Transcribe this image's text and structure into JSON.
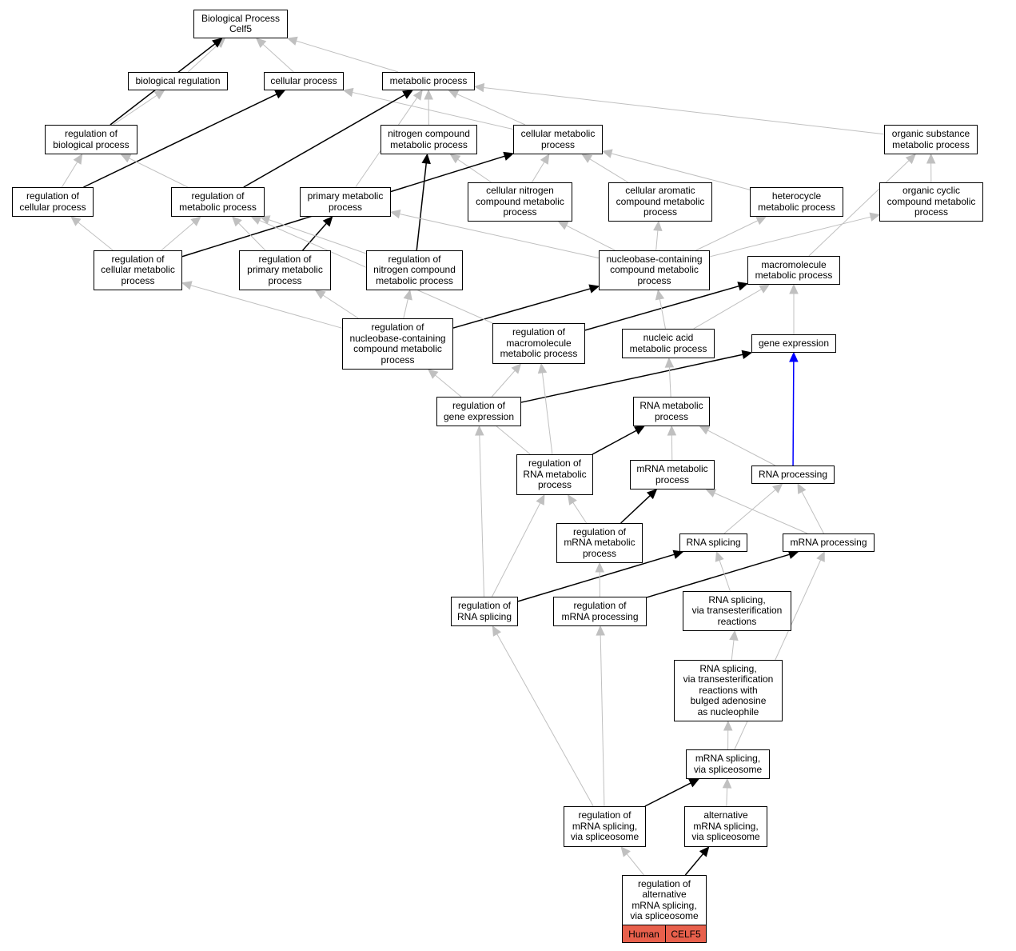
{
  "colors": {
    "edge_gray": "#c0c0c0",
    "edge_black": "#000000",
    "edge_blue": "#0000ff",
    "annotation_fill": "#e8604c"
  },
  "nodes": [
    {
      "id": "root",
      "label": "Biological Process\nCelf5"
    },
    {
      "id": "bioreg",
      "label": "biological regulation"
    },
    {
      "id": "cellproc",
      "label": "cellular process"
    },
    {
      "id": "metproc",
      "label": "metabolic process"
    },
    {
      "id": "regbio",
      "label": "regulation of\nbiological process"
    },
    {
      "id": "nitromet",
      "label": "nitrogen compound\nmetabolic process"
    },
    {
      "id": "cellmet",
      "label": "cellular metabolic\nprocess"
    },
    {
      "id": "orgsub",
      "label": "organic substance\nmetabolic process"
    },
    {
      "id": "regcell",
      "label": "regulation of\ncellular process"
    },
    {
      "id": "regmet",
      "label": "regulation of\nmetabolic process"
    },
    {
      "id": "primmet",
      "label": "primary metabolic\nprocess"
    },
    {
      "id": "cellnitro",
      "label": "cellular nitrogen\ncompound metabolic\nprocess"
    },
    {
      "id": "cellarom",
      "label": "cellular aromatic\ncompound metabolic\nprocess"
    },
    {
      "id": "hetero",
      "label": "heterocycle\nmetabolic process"
    },
    {
      "id": "orgcyc",
      "label": "organic cyclic\ncompound metabolic\nprocess"
    },
    {
      "id": "regcellmet",
      "label": "regulation of\ncellular metabolic\nprocess"
    },
    {
      "id": "regprim",
      "label": "regulation of\nprimary metabolic\nprocess"
    },
    {
      "id": "regnitro",
      "label": "regulation of\nnitrogen compound\nmetabolic process"
    },
    {
      "id": "nucbase",
      "label": "nucleobase-containing\ncompound metabolic\nprocess"
    },
    {
      "id": "macromet",
      "label": "macromolecule\nmetabolic process"
    },
    {
      "id": "regnucbase",
      "label": "regulation of\nnucleobase-containing\ncompound metabolic\nprocess"
    },
    {
      "id": "regmacro",
      "label": "regulation of\nmacromolecule\nmetabolic process"
    },
    {
      "id": "nucacid",
      "label": "nucleic acid\nmetabolic process"
    },
    {
      "id": "geneexp",
      "label": "gene expression"
    },
    {
      "id": "reggene",
      "label": "regulation of\ngene expression"
    },
    {
      "id": "rnamet",
      "label": "RNA metabolic\nprocess"
    },
    {
      "id": "regrna",
      "label": "regulation of\nRNA metabolic\nprocess"
    },
    {
      "id": "mrnamet",
      "label": "mRNA metabolic\nprocess"
    },
    {
      "id": "rnaproc",
      "label": "RNA processing"
    },
    {
      "id": "regmrnamet",
      "label": "regulation of\nmRNA metabolic\nprocess"
    },
    {
      "id": "rnasplice",
      "label": "RNA splicing"
    },
    {
      "id": "mrnaproc",
      "label": "mRNA processing"
    },
    {
      "id": "regrnasplice",
      "label": "regulation of\nRNA splicing"
    },
    {
      "id": "regmrnaproc",
      "label": "regulation of\nmRNA processing"
    },
    {
      "id": "splicetrans",
      "label": "RNA splicing,\nvia transesterification\nreactions"
    },
    {
      "id": "splicebulged",
      "label": "RNA splicing,\nvia transesterification\nreactions with\nbulged adenosine\nas nucleophile"
    },
    {
      "id": "mrnasplice",
      "label": "mRNA splicing,\nvia spliceosome"
    },
    {
      "id": "regmrnasplice",
      "label": "regulation of\nmRNA splicing,\nvia spliceosome"
    },
    {
      "id": "altsplice",
      "label": "alternative\nmRNA splicing,\nvia spliceosome"
    },
    {
      "id": "regaltsplice",
      "label": "regulation of\nalternative\nmRNA splicing,\nvia spliceosome"
    }
  ],
  "annotation": {
    "species": "Human",
    "gene": "CELF5"
  },
  "edges": [
    {
      "from": "bioreg",
      "to": "root",
      "color": "gray"
    },
    {
      "from": "cellproc",
      "to": "root",
      "color": "gray"
    },
    {
      "from": "metproc",
      "to": "root",
      "color": "gray"
    },
    {
      "from": "regbio",
      "to": "root",
      "color": "black"
    },
    {
      "from": "regbio",
      "to": "bioreg",
      "color": "gray"
    },
    {
      "from": "cellmet",
      "to": "cellproc",
      "color": "gray"
    },
    {
      "from": "cellmet",
      "to": "metproc",
      "color": "gray"
    },
    {
      "from": "nitromet",
      "to": "metproc",
      "color": "gray"
    },
    {
      "from": "orgsub",
      "to": "metproc",
      "color": "gray"
    },
    {
      "from": "regcell",
      "to": "regbio",
      "color": "gray"
    },
    {
      "from": "regcell",
      "to": "cellproc",
      "color": "black"
    },
    {
      "from": "regmet",
      "to": "regbio",
      "color": "gray"
    },
    {
      "from": "regmet",
      "to": "metproc",
      "color": "black"
    },
    {
      "from": "primmet",
      "to": "metproc",
      "color": "gray"
    },
    {
      "from": "cellnitro",
      "to": "nitromet",
      "color": "gray"
    },
    {
      "from": "cellnitro",
      "to": "cellmet",
      "color": "gray"
    },
    {
      "from": "cellarom",
      "to": "cellmet",
      "color": "gray"
    },
    {
      "from": "hetero",
      "to": "cellmet",
      "color": "gray"
    },
    {
      "from": "orgcyc",
      "to": "orgsub",
      "color": "gray"
    },
    {
      "from": "regcellmet",
      "to": "regcell",
      "color": "gray"
    },
    {
      "from": "regcellmet",
      "to": "regmet",
      "color": "gray"
    },
    {
      "from": "regcellmet",
      "to": "cellmet",
      "color": "black"
    },
    {
      "from": "regprim",
      "to": "regmet",
      "color": "gray"
    },
    {
      "from": "regprim",
      "to": "primmet",
      "color": "black"
    },
    {
      "from": "regnitro",
      "to": "regmet",
      "color": "gray"
    },
    {
      "from": "regnitro",
      "to": "nitromet",
      "color": "black"
    },
    {
      "from": "nucbase",
      "to": "primmet",
      "color": "gray"
    },
    {
      "from": "nucbase",
      "to": "cellnitro",
      "color": "gray"
    },
    {
      "from": "nucbase",
      "to": "cellarom",
      "color": "gray"
    },
    {
      "from": "nucbase",
      "to": "hetero",
      "color": "gray"
    },
    {
      "from": "nucbase",
      "to": "orgcyc",
      "color": "gray"
    },
    {
      "from": "macromet",
      "to": "orgsub",
      "color": "gray"
    },
    {
      "from": "regnucbase",
      "to": "regcellmet",
      "color": "gray"
    },
    {
      "from": "regnucbase",
      "to": "regprim",
      "color": "gray"
    },
    {
      "from": "regnucbase",
      "to": "regnitro",
      "color": "gray"
    },
    {
      "from": "regnucbase",
      "to": "nucbase",
      "color": "black"
    },
    {
      "from": "regmacro",
      "to": "regmet",
      "color": "gray"
    },
    {
      "from": "regmacro",
      "to": "macromet",
      "color": "black"
    },
    {
      "from": "nucacid",
      "to": "nucbase",
      "color": "gray"
    },
    {
      "from": "nucacid",
      "to": "macromet",
      "color": "gray"
    },
    {
      "from": "geneexp",
      "to": "macromet",
      "color": "gray"
    },
    {
      "from": "reggene",
      "to": "regmacro",
      "color": "gray"
    },
    {
      "from": "reggene",
      "to": "geneexp",
      "color": "black"
    },
    {
      "from": "rnamet",
      "to": "nucacid",
      "color": "gray"
    },
    {
      "from": "regrna",
      "to": "regnucbase",
      "color": "gray"
    },
    {
      "from": "regrna",
      "to": "regmacro",
      "color": "gray"
    },
    {
      "from": "regrna",
      "to": "rnamet",
      "color": "black"
    },
    {
      "from": "mrnamet",
      "to": "rnamet",
      "color": "gray"
    },
    {
      "from": "rnaproc",
      "to": "rnamet",
      "color": "gray"
    },
    {
      "from": "rnaproc",
      "to": "geneexp",
      "color": "blue"
    },
    {
      "from": "regmrnamet",
      "to": "regrna",
      "color": "gray"
    },
    {
      "from": "regmrnamet",
      "to": "mrnamet",
      "color": "black"
    },
    {
      "from": "rnasplice",
      "to": "rnaproc",
      "color": "gray"
    },
    {
      "from": "mrnaproc",
      "to": "mrnamet",
      "color": "gray"
    },
    {
      "from": "mrnaproc",
      "to": "rnaproc",
      "color": "gray"
    },
    {
      "from": "regrnasplice",
      "to": "reggene",
      "color": "gray"
    },
    {
      "from": "regrnasplice",
      "to": "regrna",
      "color": "gray"
    },
    {
      "from": "regrnasplice",
      "to": "rnasplice",
      "color": "black"
    },
    {
      "from": "regmrnaproc",
      "to": "regmrnamet",
      "color": "gray"
    },
    {
      "from": "regmrnaproc",
      "to": "mrnaproc",
      "color": "black"
    },
    {
      "from": "splicetrans",
      "to": "rnasplice",
      "color": "gray"
    },
    {
      "from": "splicebulged",
      "to": "splicetrans",
      "color": "gray"
    },
    {
      "from": "mrnasplice",
      "to": "splicebulged",
      "color": "gray"
    },
    {
      "from": "mrnasplice",
      "to": "mrnaproc",
      "color": "gray"
    },
    {
      "from": "regmrnasplice",
      "to": "regrnasplice",
      "color": "gray"
    },
    {
      "from": "regmrnasplice",
      "to": "regmrnaproc",
      "color": "gray"
    },
    {
      "from": "regmrnasplice",
      "to": "mrnasplice",
      "color": "black"
    },
    {
      "from": "altsplice",
      "to": "mrnasplice",
      "color": "gray"
    },
    {
      "from": "regaltsplice",
      "to": "regmrnasplice",
      "color": "gray"
    },
    {
      "from": "regaltsplice",
      "to": "altsplice",
      "color": "black"
    }
  ]
}
